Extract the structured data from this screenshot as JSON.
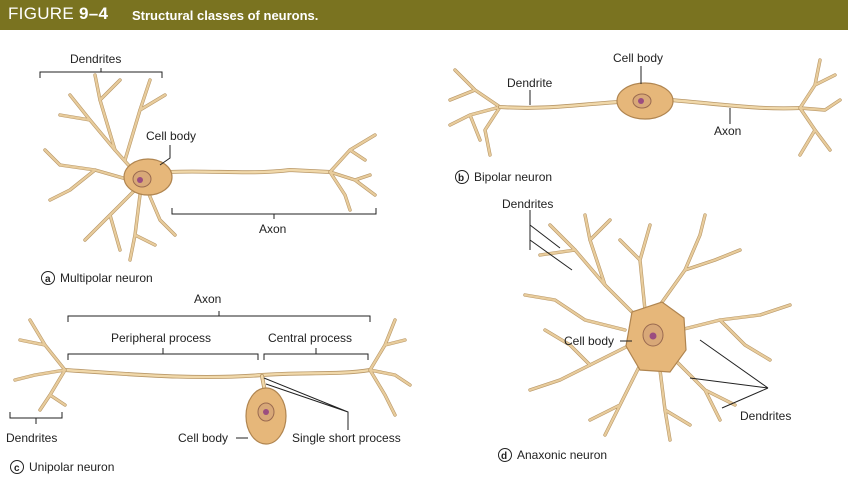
{
  "header": {
    "figure_word": "FIGURE ",
    "figure_number": "9–4",
    "title": "Structural classes of neurons."
  },
  "panel_a": {
    "badge": "a",
    "caption": "Multipolar neuron",
    "labels": {
      "dendrites": "Dendrites",
      "cell_body": "Cell body",
      "axon": "Axon"
    }
  },
  "panel_b": {
    "badge": "b",
    "caption": "Bipolar neuron",
    "labels": {
      "dendrite": "Dendrite",
      "cell_body": "Cell body",
      "axon": "Axon"
    }
  },
  "panel_c": {
    "badge": "c",
    "caption": "Unipolar neuron",
    "labels": {
      "axon": "Axon",
      "peripheral_process": "Peripheral process",
      "central_process": "Central process",
      "dendrites": "Dendrites",
      "cell_body": "Cell body",
      "single_short_process": "Single short process"
    }
  },
  "panel_d": {
    "badge": "d",
    "caption": "Anaxonic neuron",
    "labels": {
      "dendrites_top": "Dendrites",
      "cell_body": "Cell body",
      "dendrites_right": "Dendrites"
    }
  },
  "colors": {
    "header_bg": "#7a7320",
    "neuron_fill": "#e8cc9c",
    "soma_fill": "#e6b77a",
    "nucleolus": "#9b4d80"
  }
}
